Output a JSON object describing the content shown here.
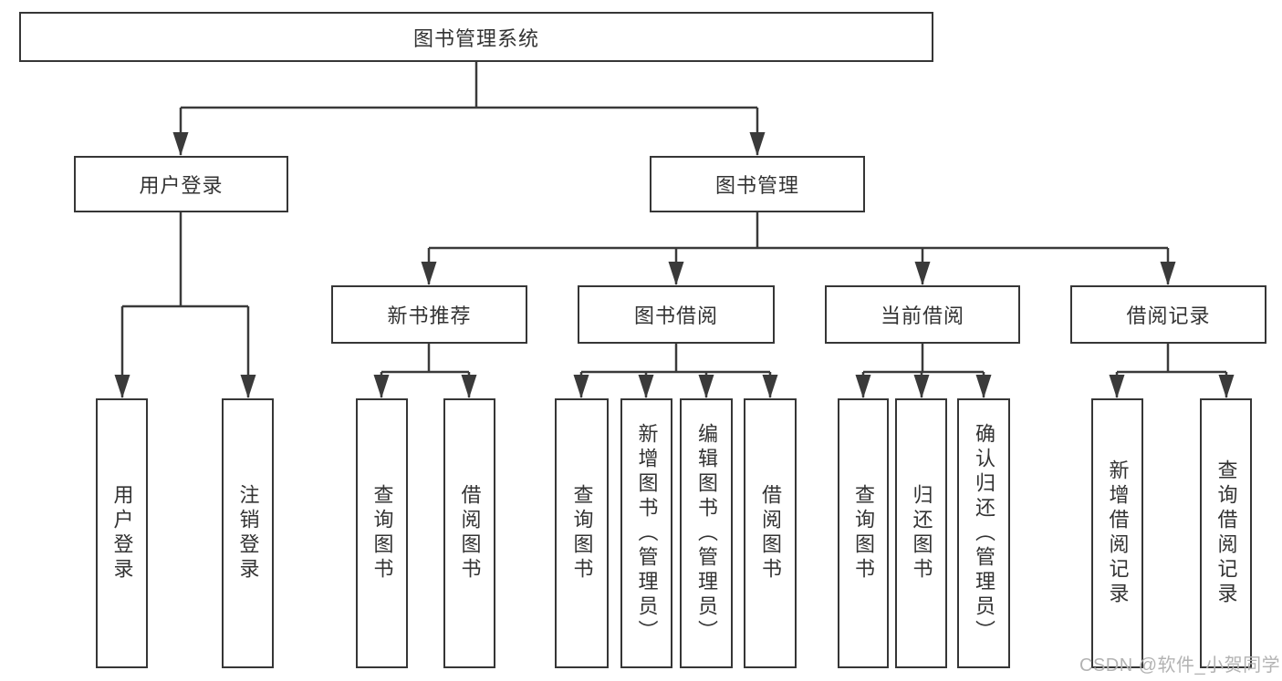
{
  "diagram": {
    "title": "图书管理系统",
    "branches": [
      {
        "label": "用户登录",
        "children": [
          "用户登录",
          "注销登录"
        ]
      },
      {
        "label": "图书管理",
        "sections": [
          {
            "label": "新书推荐",
            "children": [
              "查询图书",
              "借阅图书"
            ]
          },
          {
            "label": "图书借阅",
            "children": [
              "查询图书",
              "新增图书（管理员）",
              "编辑图书（管理员）",
              "借阅图书"
            ]
          },
          {
            "label": "当前借阅",
            "children": [
              "查询图书",
              "归还图书",
              "确认归还（管理员）"
            ]
          },
          {
            "label": "借阅记录",
            "children": [
              "新增借阅记录",
              "查询借阅记录"
            ]
          }
        ]
      }
    ]
  },
  "watermark": "CSDN @软件_小贺同学",
  "colors": {
    "line": "#3a3a3a",
    "border": "#363636",
    "text": "#333333",
    "watermark": "#b3b3b3",
    "background": "#ffffff"
  }
}
